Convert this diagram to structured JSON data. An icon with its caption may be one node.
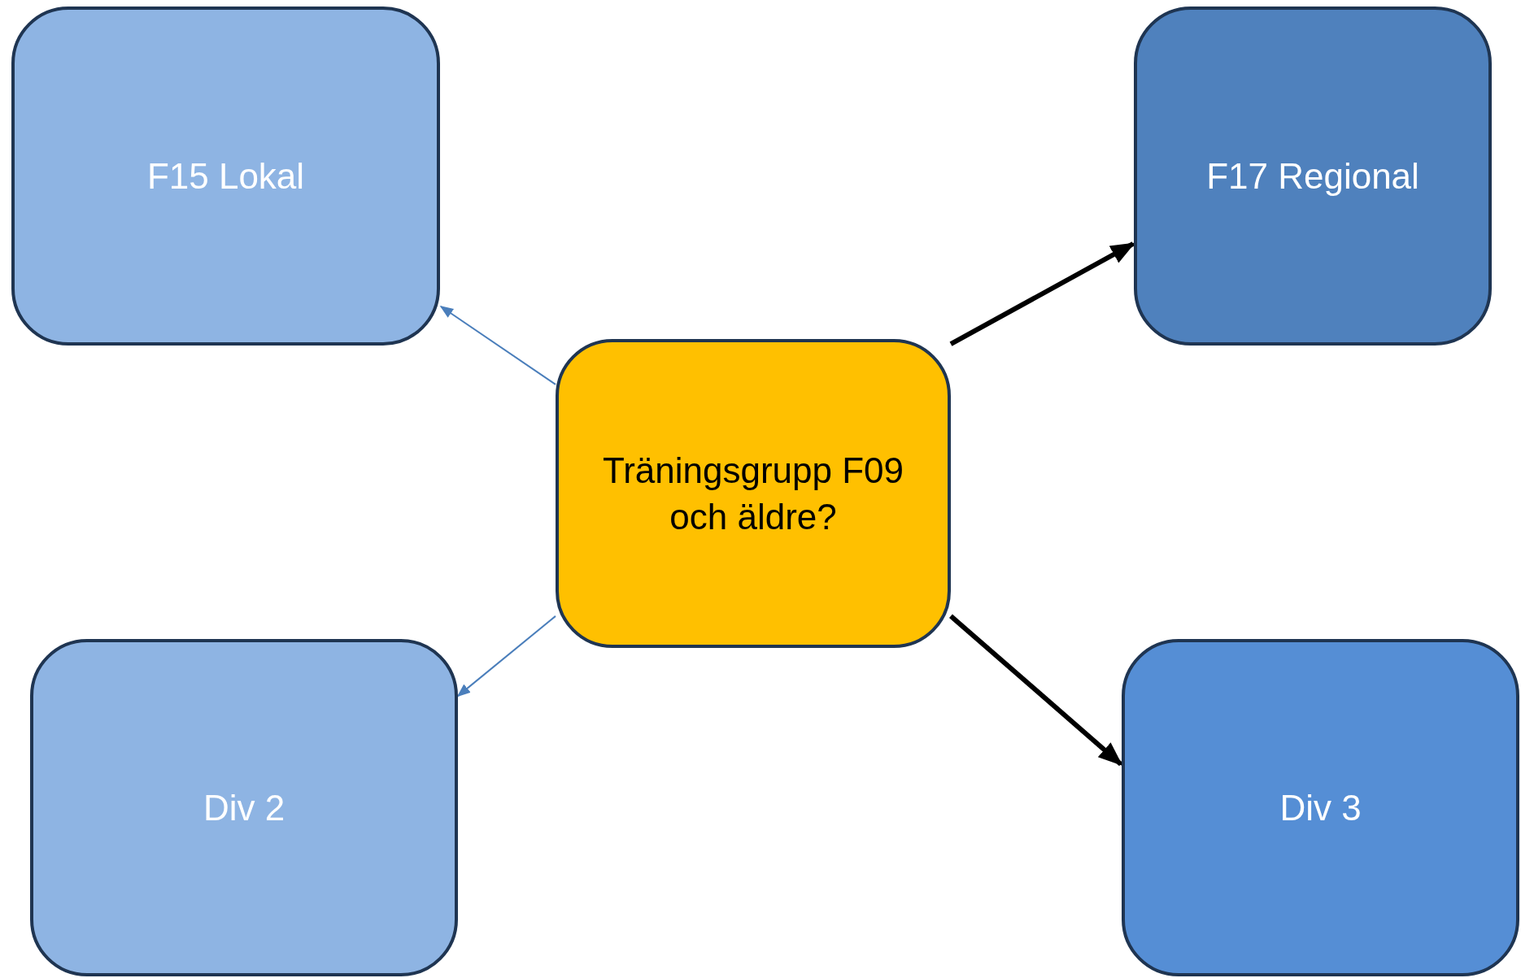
{
  "diagram": {
    "nodes": [
      {
        "text": [
          "Träningsgrupp F09 och äldre?"
        ]
      },
      {
        "text": [
          "F15 Lokal"
        ]
      },
      {
        "text": [
          "F17 Regional"
        ]
      },
      {
        "text": [
          "Div 2"
        ]
      },
      {
        "text": [
          "Div 3"
        ]
      }
    ],
    "edges": [
      {
        "from": 0,
        "to": 1,
        "arrow": "to",
        "color": "#4a7ebb"
      },
      {
        "from": 0,
        "to": 2,
        "arrow": "to",
        "style": "thick",
        "color": "#000000"
      },
      {
        "from": 0,
        "to": 3,
        "arrow": "to",
        "color": "#4a7ebb"
      },
      {
        "from": 0,
        "to": 4,
        "arrow": "to",
        "style": "thick",
        "color": "#000000"
      }
    ]
  }
}
